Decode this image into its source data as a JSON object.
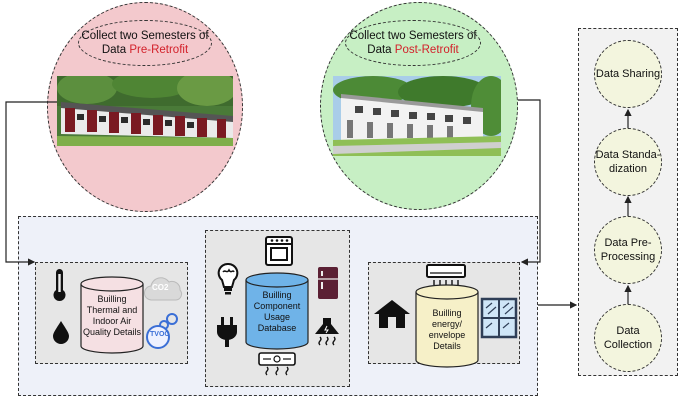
{
  "pre_retrofit": {
    "label_prefix": "Collect two Semesters of",
    "label_mid": "Data",
    "label_highlight": "Pre-Retrofit"
  },
  "post_retrofit": {
    "label_prefix": "Collect two Semesters of",
    "label_mid": "Data",
    "label_highlight": "Post-Retrofit"
  },
  "databases": {
    "thermal": "Builling Thermal and Indoor Air Quality Details",
    "component": "Builling Component Usage Database",
    "envelope": "Builling energy/ envelope Details"
  },
  "sensors": {
    "co2": "CO2",
    "tvoc": "TVOC"
  },
  "pipeline": [
    {
      "id": "sharing",
      "label": "Data Sharing"
    },
    {
      "id": "standardization",
      "label": "Data Standa-dization"
    },
    {
      "id": "preprocessing",
      "label": "Data Pre-Processing"
    },
    {
      "id": "collection",
      "label": "Data Collection"
    }
  ],
  "colors": {
    "pre_circle": "#f3c9cd",
    "post_circle": "#c7efc4",
    "highlight_red": "#d3202a",
    "database_pink": "#f5e0e3",
    "database_blue": "#6fb3e8",
    "database_cream": "#f6f0c8",
    "stage_fill": "#f3f5de",
    "main_panel_bg": "#eef1f9",
    "pipeline_bg": "#f2f2f2",
    "sub_panel_bg": "#e6e6e6"
  }
}
